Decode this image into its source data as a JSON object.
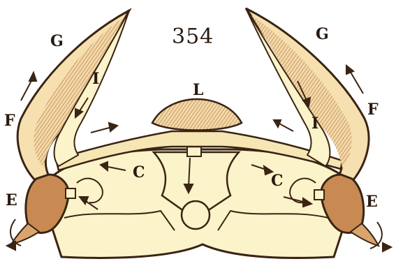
{
  "figure": {
    "number": "354",
    "labels": {
      "G_left": "G",
      "G_right": "G",
      "I_left": "I",
      "I_right": "I",
      "F_left": "F",
      "F_right": "F",
      "E_left": "E",
      "E_right": "E",
      "C_left": "C",
      "C_right": "C",
      "L": "L"
    }
  },
  "colors": {
    "ink": "#3a2414",
    "fill_cream": "#fbf3c9",
    "fill_tan": "#d9a56c",
    "fill_brown": "#b07040",
    "background": "#ffffff"
  }
}
